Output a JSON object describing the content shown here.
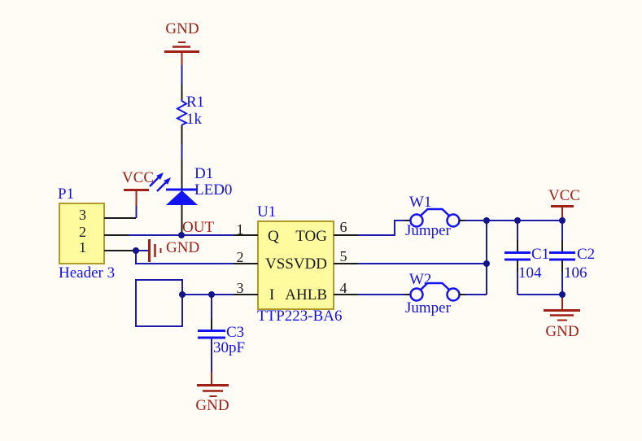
{
  "diagram_type": "circuit-schematic",
  "colors": {
    "background": "#fffcf6",
    "wire": "#1c1caa",
    "junction_dot": "#14148c",
    "component_graphic": "#1414f0",
    "component_label": "#1212e0",
    "power_net": "#a02018",
    "pin": "#1a1a1a",
    "component_body_fill": "#fdfb9e",
    "component_body_border": "#b09a28"
  },
  "net_labels": {
    "out": "OUT"
  },
  "power_ports": {
    "gnd_top": "GND",
    "vcc_left": "VCC",
    "gnd_left": "GND",
    "gnd_bottom": "GND",
    "vcc_right": "VCC",
    "gnd_right": "GND"
  },
  "components": {
    "R1": {
      "designator": "R1",
      "value": "1k"
    },
    "D1": {
      "designator": "D1",
      "value": "LED0"
    },
    "P1": {
      "designator": "P1",
      "value": "Header 3",
      "pins": [
        "3",
        "2",
        "1"
      ]
    },
    "U1": {
      "designator": "U1",
      "value": "TTP223-BA6",
      "pins_left": [
        {
          "number": "1",
          "name": "Q"
        },
        {
          "number": "2",
          "name": "VSS"
        },
        {
          "number": "3",
          "name": "I"
        }
      ],
      "pins_right": [
        {
          "number": "6",
          "name": "TOG"
        },
        {
          "number": "5",
          "name": "VDD"
        },
        {
          "number": "4",
          "name": "AHLB"
        }
      ]
    },
    "W1": {
      "designator": "W1",
      "value": "Jumper"
    },
    "W2": {
      "designator": "W2",
      "value": "Jumper"
    },
    "C1": {
      "designator": "C1",
      "value": "104"
    },
    "C2": {
      "designator": "C2",
      "value": "106"
    },
    "C3": {
      "designator": "C3",
      "value": "30pF"
    }
  }
}
